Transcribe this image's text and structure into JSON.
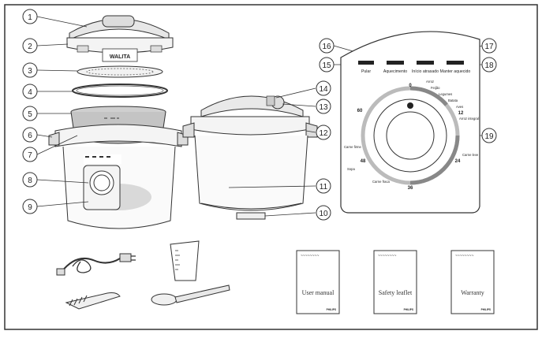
{
  "callouts": [
    "1",
    "2",
    "3",
    "4",
    "5",
    "6",
    "7",
    "8",
    "9",
    "10",
    "11",
    "12",
    "13",
    "14",
    "15",
    "16",
    "17",
    "18",
    "19"
  ],
  "lid_brand": "WALITA",
  "panel": {
    "buttons": [
      {
        "label": "Pular"
      },
      {
        "label": "Aquecimento"
      },
      {
        "label": "Início atrasado"
      },
      {
        "label": "Manter aquecido"
      }
    ],
    "dial_numbers": [
      "0",
      "12",
      "24",
      "36",
      "48",
      "60"
    ],
    "dial_labels": [
      "Arroz",
      "Feijão",
      "Legumes",
      "Batata",
      "Aves",
      "Arroz integral",
      "Carne leve",
      "Carne firme",
      "Sopa",
      "Carne fraca"
    ]
  },
  "booklets": [
    {
      "title": "User manual",
      "brand": "PHILIPS",
      "header": "~~~~~~~~"
    },
    {
      "title": "Safety leaflet",
      "brand": "PHILIPS",
      "header": "~~~~~~~~"
    },
    {
      "title": "Warranty",
      "brand": "PHILIPS",
      "header": "~~~~~~~~"
    }
  ]
}
